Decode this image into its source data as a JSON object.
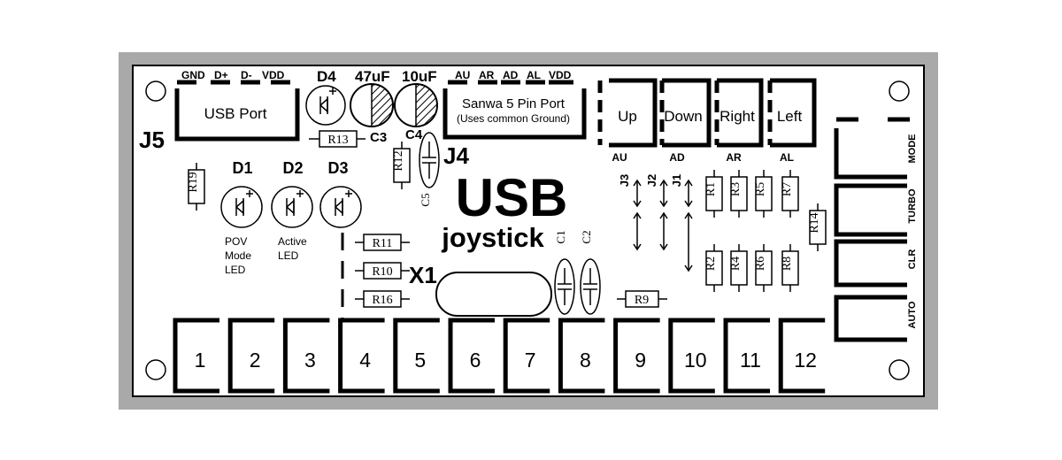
{
  "board": {
    "frame_color": "#a9a9a9",
    "board_color": "#ffffff",
    "ink_color": "#000000"
  },
  "title": {
    "line1": "USB",
    "line2": "joystick"
  },
  "j5": {
    "ref": "J5",
    "pins": [
      "GND",
      "D+",
      "D-",
      "VDD"
    ],
    "label": "USB Port"
  },
  "j4": {
    "ref": "J4",
    "pins": [
      "AU",
      "AR",
      "AD",
      "AL",
      "VDD"
    ],
    "label": "Sanwa 5 Pin Port",
    "sublabel": "(Uses common Ground)"
  },
  "leds": {
    "d4": "D4",
    "d1": "D1",
    "d2": "D2",
    "d3": "D3",
    "d1_caption": [
      "POV",
      "Mode",
      "LED"
    ],
    "d2_caption": [
      "Active",
      "LED"
    ]
  },
  "capacitors": {
    "c3_value": "47uF",
    "c3_ref": "C3",
    "c4_value": "10uF",
    "c4_ref": "C4",
    "c5": "C5",
    "c1": "C1",
    "c2": "C2"
  },
  "resistors": {
    "r13": "R13",
    "r12": "R12",
    "r19": "R19",
    "r11": "R11",
    "r10": "R10",
    "r16": "R16",
    "r9": "R9",
    "r14": "R14",
    "top_row": [
      "R1",
      "R3",
      "R5",
      "R7"
    ],
    "bottom_row": [
      "R2",
      "R4",
      "R6",
      "R8"
    ]
  },
  "crystal": {
    "ref": "X1"
  },
  "jumpers": [
    "J3",
    "J2",
    "J1"
  ],
  "direction_buttons": [
    {
      "label": "Up",
      "tag": "AU"
    },
    {
      "label": "Down",
      "tag": "AD"
    },
    {
      "label": "Right",
      "tag": "AR"
    },
    {
      "label": "Left",
      "tag": "AL"
    }
  ],
  "side_buttons": [
    "MODE",
    "TURBO",
    "CLR",
    "AUTO"
  ],
  "numbered_buttons": [
    "1",
    "2",
    "3",
    "4",
    "5",
    "6",
    "7",
    "8",
    "9",
    "10",
    "11",
    "12"
  ]
}
